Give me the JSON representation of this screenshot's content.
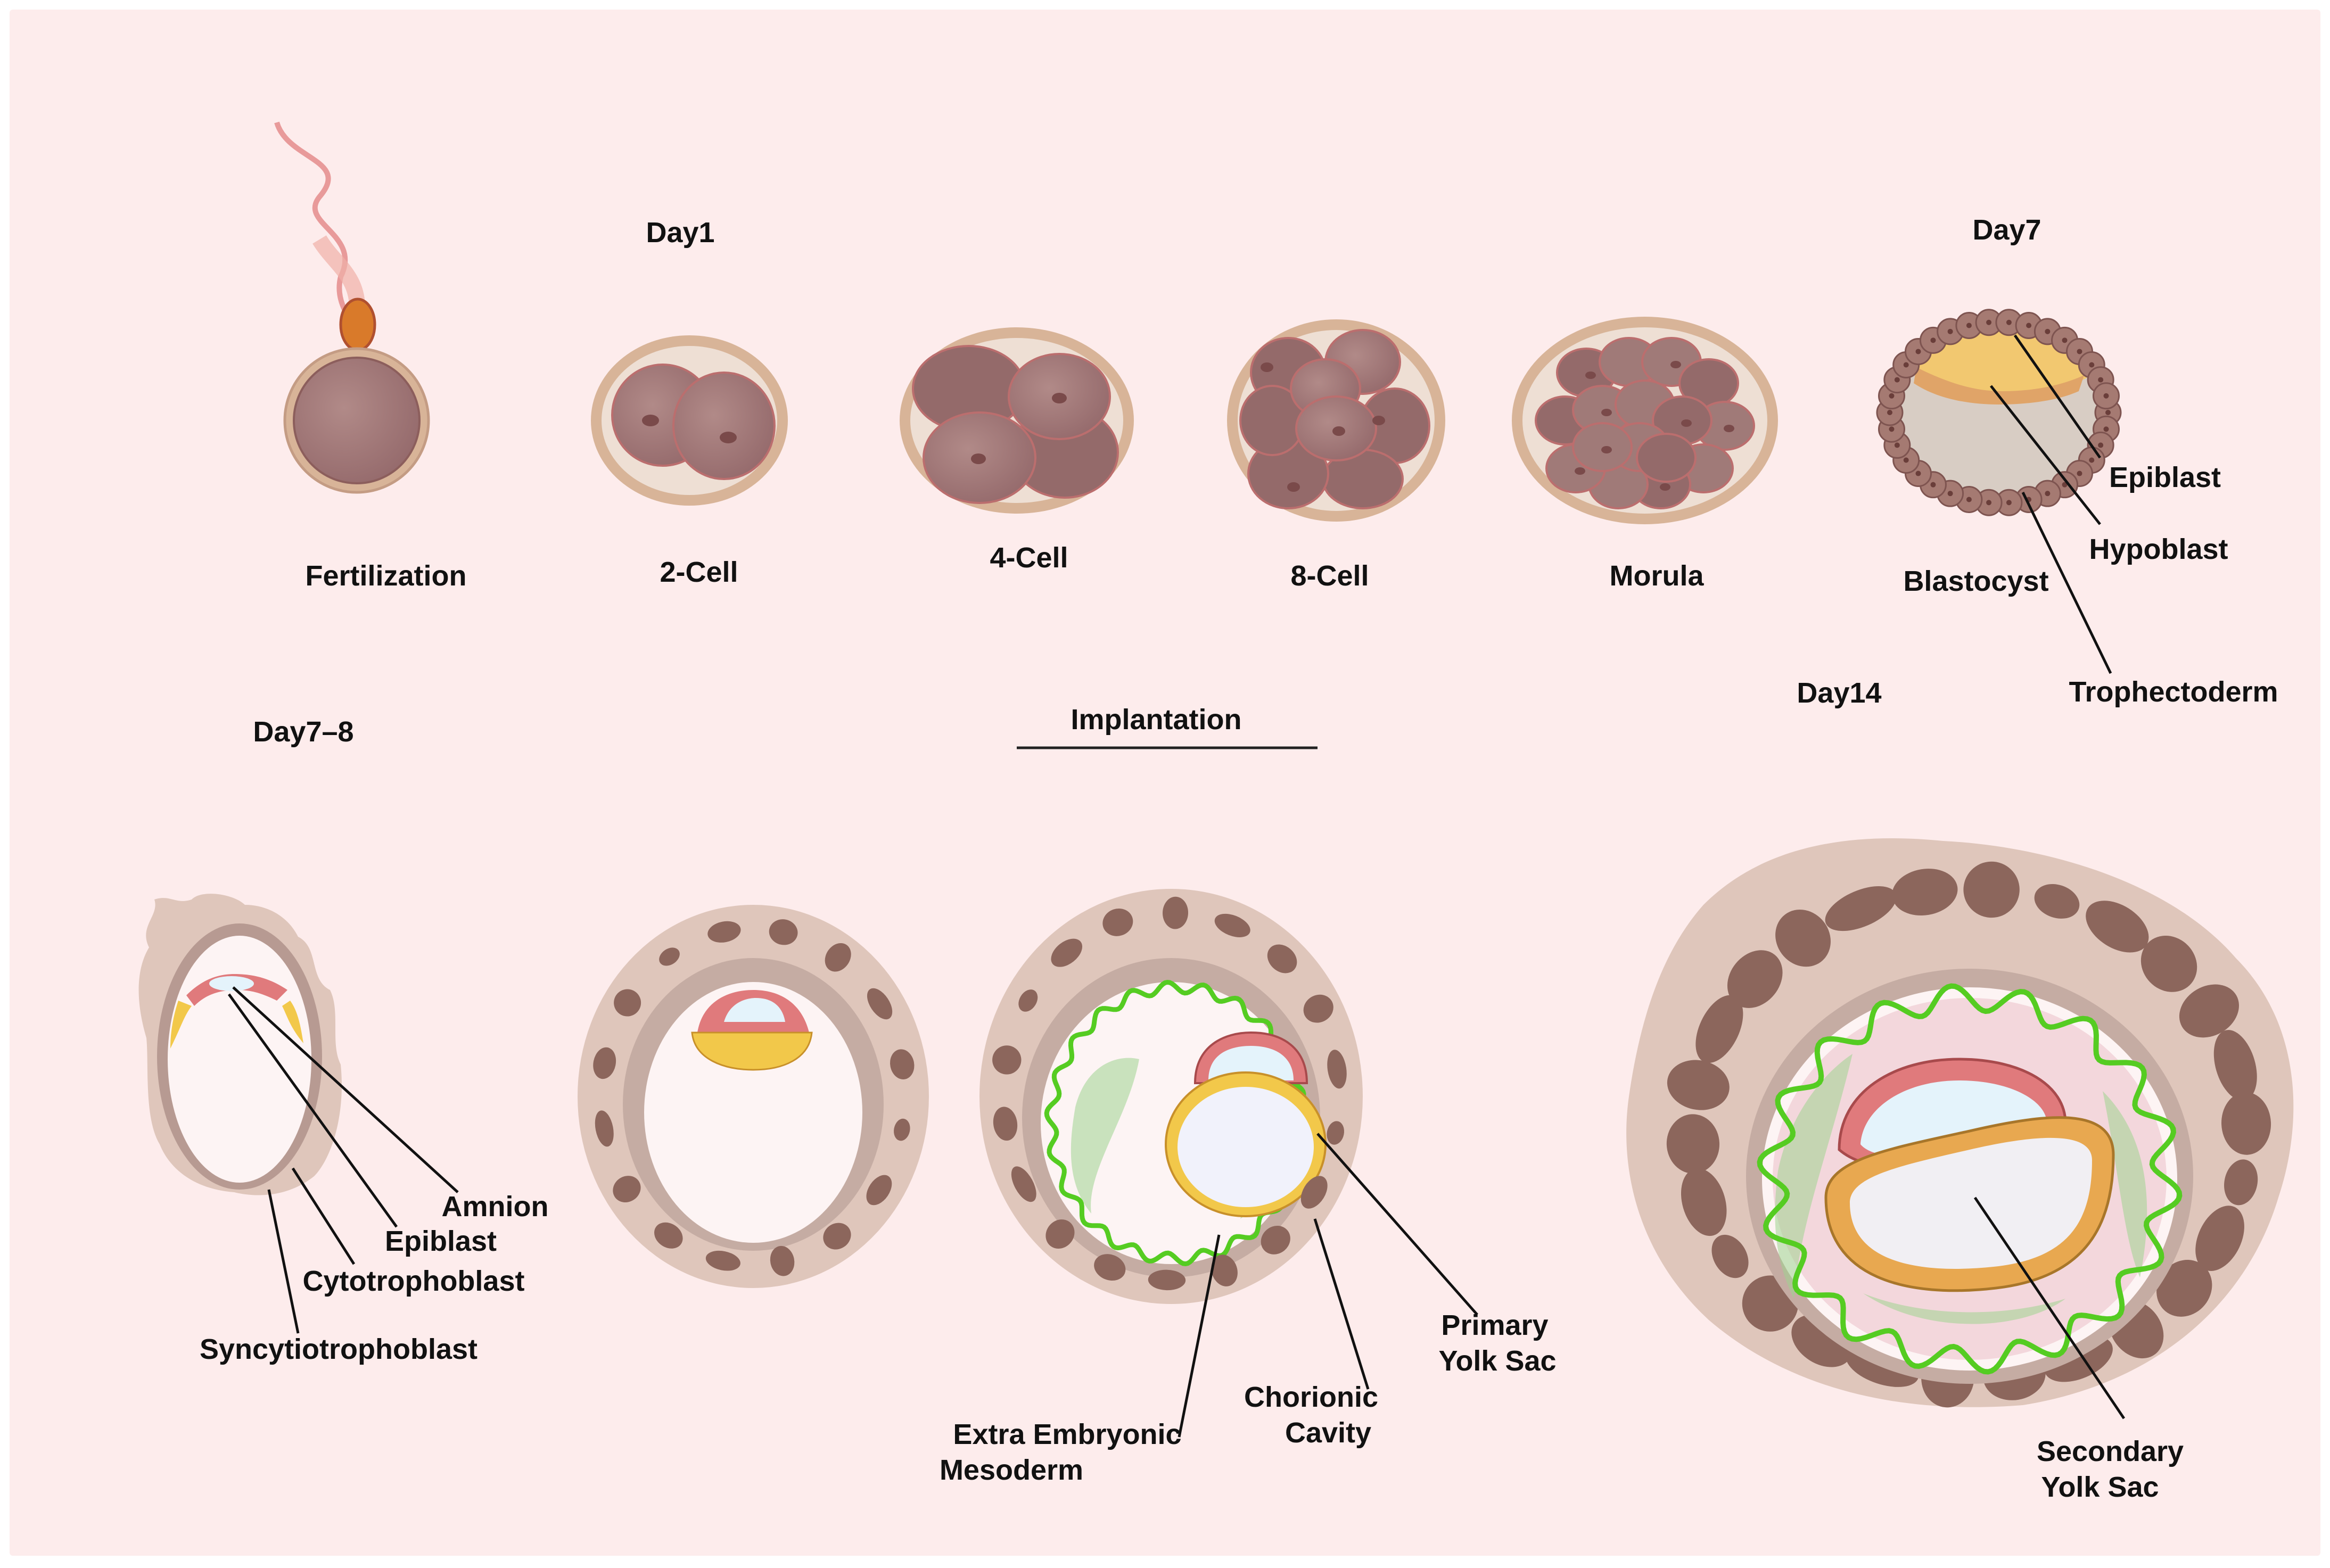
{
  "days": {
    "day1": "Day1",
    "day7": "Day7",
    "day7_8": "Day7–8",
    "day14": "Day14",
    "implantation": "Implantation"
  },
  "stages": {
    "fertilization": "Fertilization",
    "two_cell": "2-Cell",
    "four_cell": "4-Cell",
    "eight_cell": "8-Cell",
    "morula": "Morula",
    "blastocyst": "Blastocyst"
  },
  "labels": {
    "epiblast_top": "Epiblast",
    "hypoblast": "Hypoblast",
    "trophectoderm": "Trophectoderm",
    "amnion": "Amnion",
    "epiblast_bottom": "Epiblast",
    "cytotrophoblast": "Cytotrophoblast",
    "syncytiotrophoblast": "Syncytiotrophoblast",
    "primary_yolk_sac_1": "Primary",
    "primary_yolk_sac_2": "Yolk Sac",
    "chorionic_cavity_1": "Chorionic",
    "chorionic_cavity_2": "Cavity",
    "extra_embryonic_1": "Extra Embryonic",
    "extra_embryonic_2": "Mesoderm",
    "secondary_yolk_sac_1": "Secondary",
    "secondary_yolk_sac_2": "Yolk Sac"
  },
  "colors": {
    "background": "#fdecec",
    "cell_fill": "#a57a78",
    "cell_dark": "#8c5e5c",
    "zona": "#d8b498",
    "tissue": "#dfc6bb",
    "syncytio_dark": "#8c665c",
    "epiblast_red": "#e07a7c",
    "hypoblast_yellow": "#f2c84a",
    "mesoderm_green": "#55cc22",
    "cavity_blue": "#e4f3fb"
  }
}
